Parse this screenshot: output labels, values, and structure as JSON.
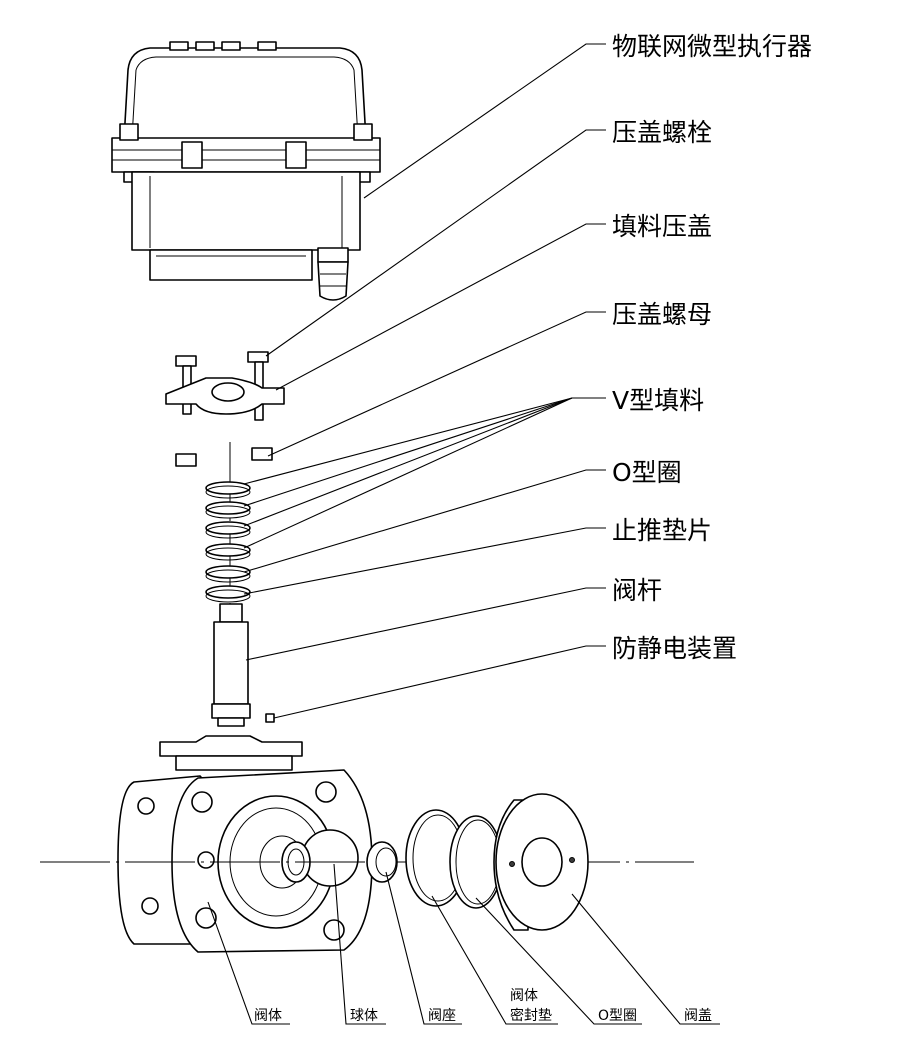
{
  "callouts_right": [
    "物联网微型执行器",
    "压盖螺栓",
    "填料压盖",
    "压盖螺母",
    "V型填料",
    "O型圈",
    "止推垫片",
    "阀杆",
    "防静电装置"
  ],
  "callouts_bottom": [
    "阀体",
    "球体",
    "阀座",
    "阀体",
    "密封垫",
    "O型圈",
    "阀盖"
  ]
}
